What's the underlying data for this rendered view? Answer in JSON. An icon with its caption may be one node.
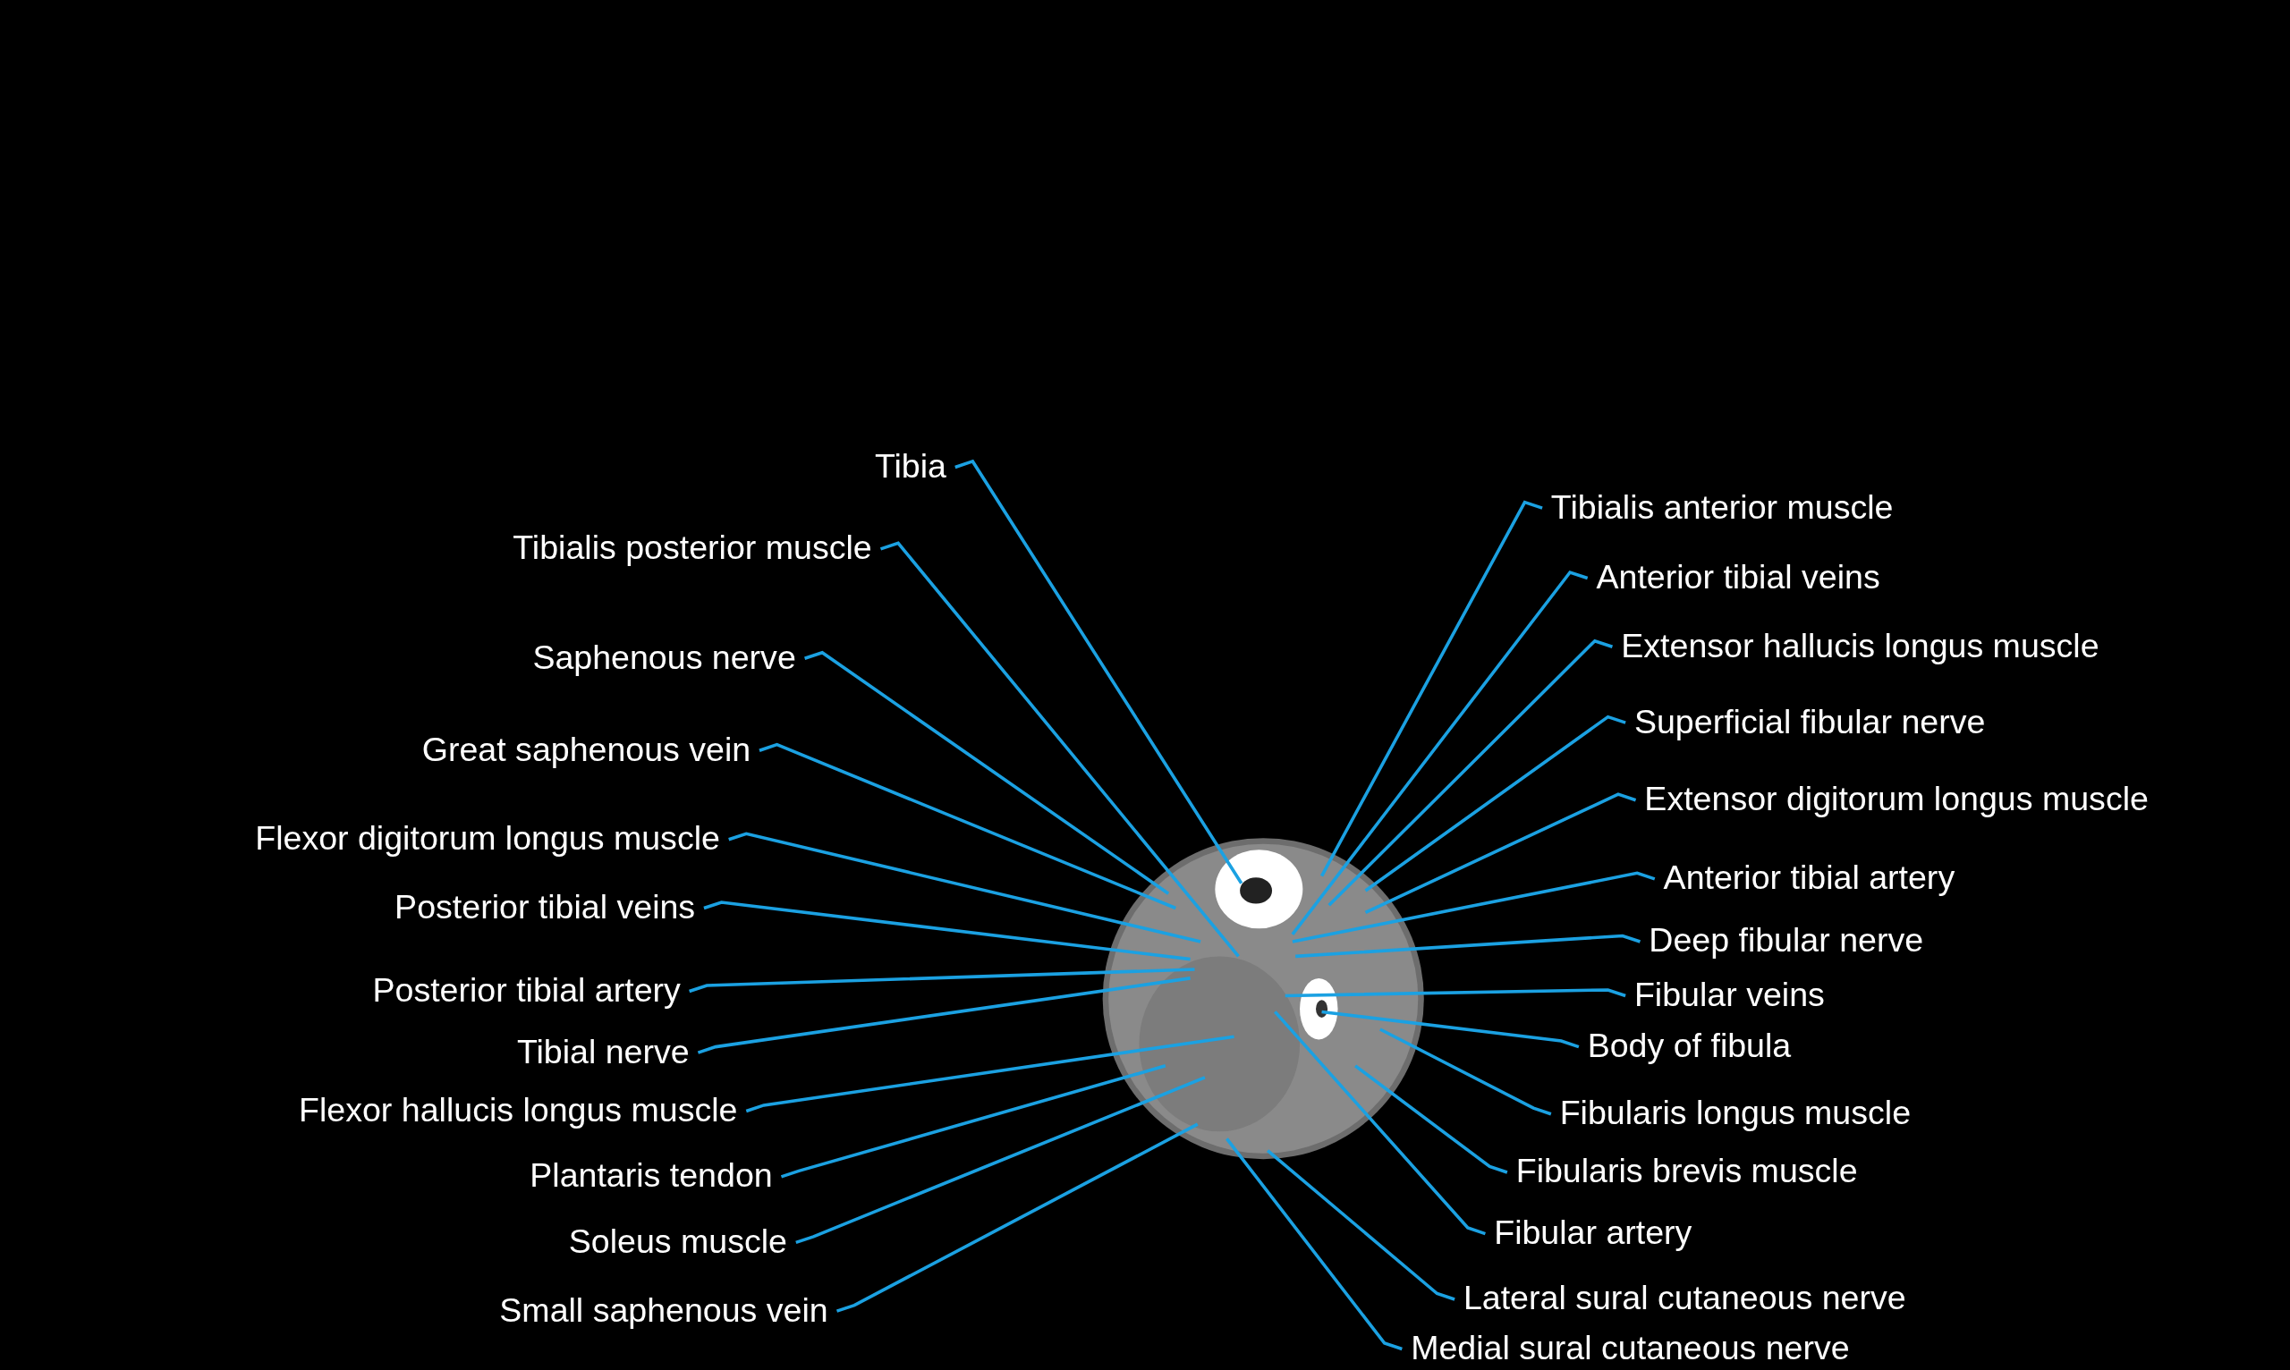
{
  "diagram": {
    "nodes": [
      {
        "text": [
          "Tibia"
        ]
      },
      {
        "text": [
          "Tibialis posterior muscle"
        ]
      },
      {
        "text": [
          "Saphenous nerve"
        ]
      },
      {
        "text": [
          "Great saphenous vein"
        ]
      },
      {
        "text": [
          "Flexor digitorum longus muscle"
        ]
      },
      {
        "text": [
          "Posterior tibial veins"
        ]
      },
      {
        "text": [
          "Posterior tibial artery"
        ]
      },
      {
        "text": [
          "Tibial nerve"
        ]
      },
      {
        "text": [
          "Flexor hallucis longus muscle"
        ]
      },
      {
        "text": [
          "Plantaris tendon"
        ]
      },
      {
        "text": [
          "Soleus muscle"
        ]
      },
      {
        "text": [
          "Small saphenous vein"
        ]
      },
      {
        "text": [
          "Tibialis anterior muscle"
        ]
      },
      {
        "text": [
          "Anterior tibial veins"
        ]
      },
      {
        "text": [
          "Extensor hallucis longus muscle"
        ]
      },
      {
        "text": [
          "Superficial fibular nerve"
        ]
      },
      {
        "text": [
          "Extensor digitorum longus muscle"
        ]
      },
      {
        "text": [
          "Anterior tibial artery"
        ]
      },
      {
        "text": [
          "Deep fibular nerve"
        ]
      },
      {
        "text": [
          "Fibular veins"
        ]
      },
      {
        "text": [
          "Body of fibula"
        ]
      },
      {
        "text": [
          "Fibularis longus muscle"
        ]
      },
      {
        "text": [
          "Fibularis brevis muscle"
        ]
      },
      {
        "text": [
          "Fibular artery"
        ]
      },
      {
        "text": [
          "Lateral sural cutaneous nerve"
        ]
      },
      {
        "text": [
          "Medial sural cutaneous nerve"
        ]
      }
    ],
    "edges": [
      {
        "from": 0,
        "to": null,
        "arrow": "none"
      },
      {
        "from": 1,
        "to": null,
        "arrow": "none"
      },
      {
        "from": 2,
        "to": null,
        "arrow": "none"
      },
      {
        "from": 3,
        "to": null,
        "arrow": "none"
      },
      {
        "from": 4,
        "to": null,
        "arrow": "none"
      },
      {
        "from": 5,
        "to": null,
        "arrow": "none"
      },
      {
        "from": 6,
        "to": null,
        "arrow": "none"
      },
      {
        "from": 7,
        "to": null,
        "arrow": "none"
      },
      {
        "from": 8,
        "to": null,
        "arrow": "none"
      },
      {
        "from": 9,
        "to": null,
        "arrow": "none"
      },
      {
        "from": 10,
        "to": null,
        "arrow": "none"
      },
      {
        "from": 11,
        "to": null,
        "arrow": "none"
      },
      {
        "from": 12,
        "to": null,
        "arrow": "none"
      },
      {
        "from": 13,
        "to": null,
        "arrow": "none"
      },
      {
        "from": 14,
        "to": null,
        "arrow": "none"
      },
      {
        "from": 15,
        "to": null,
        "arrow": "none"
      },
      {
        "from": 16,
        "to": null,
        "arrow": "none"
      },
      {
        "from": 17,
        "to": null,
        "arrow": "none"
      },
      {
        "from": 18,
        "to": null,
        "arrow": "none"
      },
      {
        "from": 19,
        "to": null,
        "arrow": "none"
      },
      {
        "from": 20,
        "to": null,
        "arrow": "none"
      },
      {
        "from": 21,
        "to": null,
        "arrow": "none"
      },
      {
        "from": 22,
        "to": null,
        "arrow": "none"
      },
      {
        "from": 23,
        "to": null,
        "arrow": "none"
      },
      {
        "from": 24,
        "to": null,
        "arrow": "none"
      },
      {
        "from": 25,
        "to": null,
        "arrow": "none"
      }
    ]
  }
}
